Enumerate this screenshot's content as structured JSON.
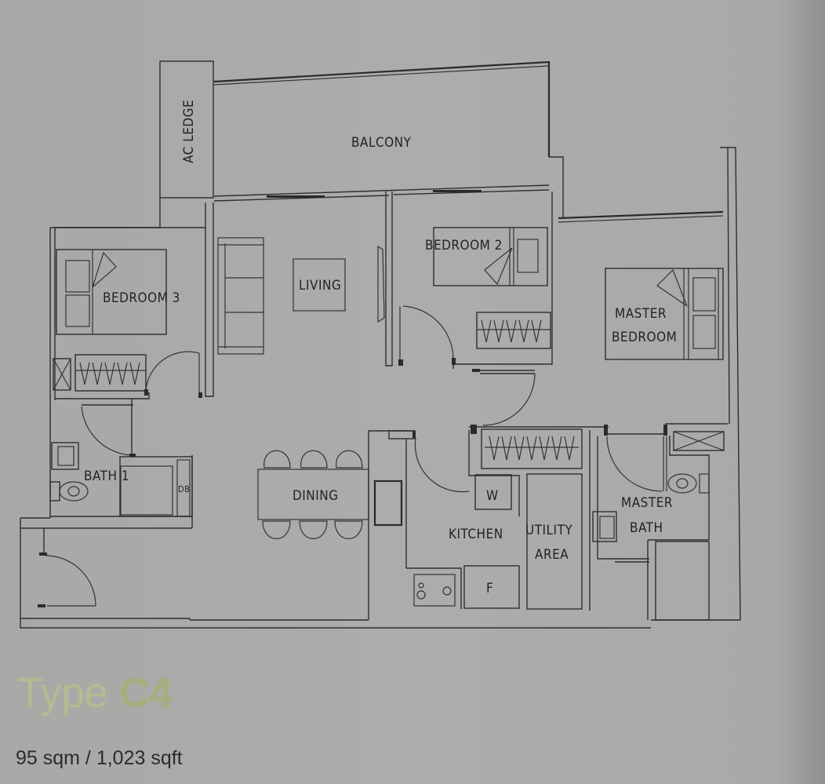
{
  "plan": {
    "type_prefix": "Type",
    "type_code": "C4",
    "area": "95 sqm / 1,023 sqft"
  },
  "rooms": {
    "ac_ledge": "AC LEDGE",
    "balcony": "BALCONY",
    "bedroom3": "BEDROOM 3",
    "living": "LIVING",
    "bedroom2": "BEDROOM 2",
    "master_bedroom_1": "MASTER",
    "master_bedroom_2": "BEDROOM",
    "bath1": "BATH 1",
    "db": "DB",
    "dining": "DINING",
    "kitchen": "KITCHEN",
    "washer": "W",
    "fridge": "F",
    "utility_1": "UTILITY",
    "utility_2": "AREA",
    "master_bath_1": "MASTER",
    "master_bath_2": "BATH"
  },
  "colors": {
    "background": "#a9aaa8",
    "title_light": "#b7ba91",
    "title_bold": "#a9ad7e",
    "line": "#2e2e2e"
  }
}
